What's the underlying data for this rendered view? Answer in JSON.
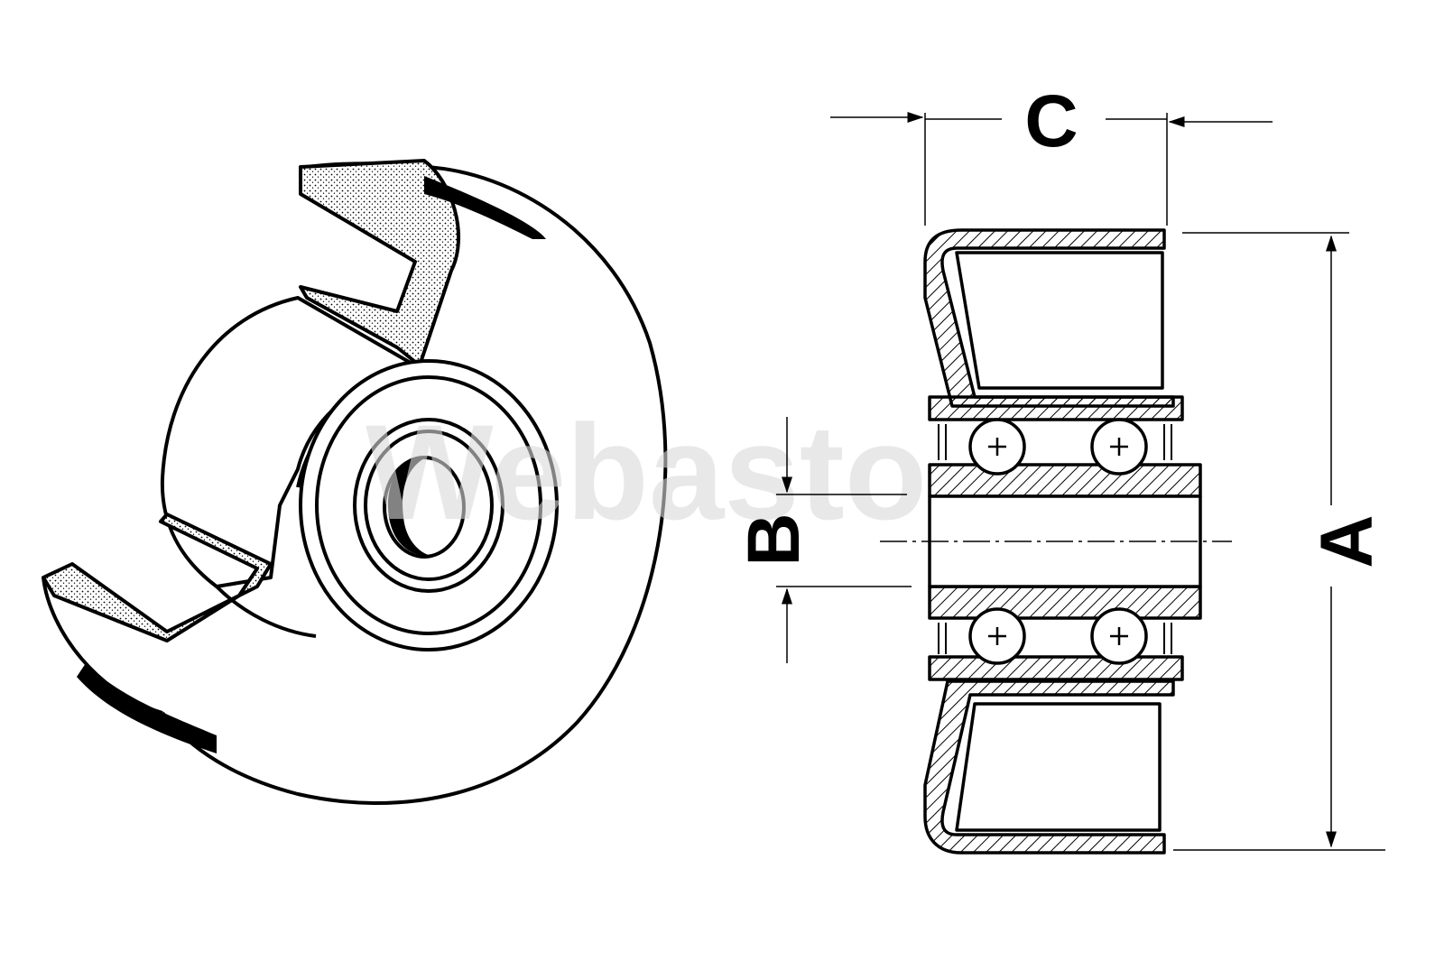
{
  "labels": {
    "dimension_a": "A",
    "dimension_b": "B",
    "dimension_c": "C"
  },
  "watermark": {
    "brand": "Webasto"
  },
  "colors": {
    "line": "#000000",
    "background": "#ffffff",
    "watermark": "#d9d9d9"
  }
}
